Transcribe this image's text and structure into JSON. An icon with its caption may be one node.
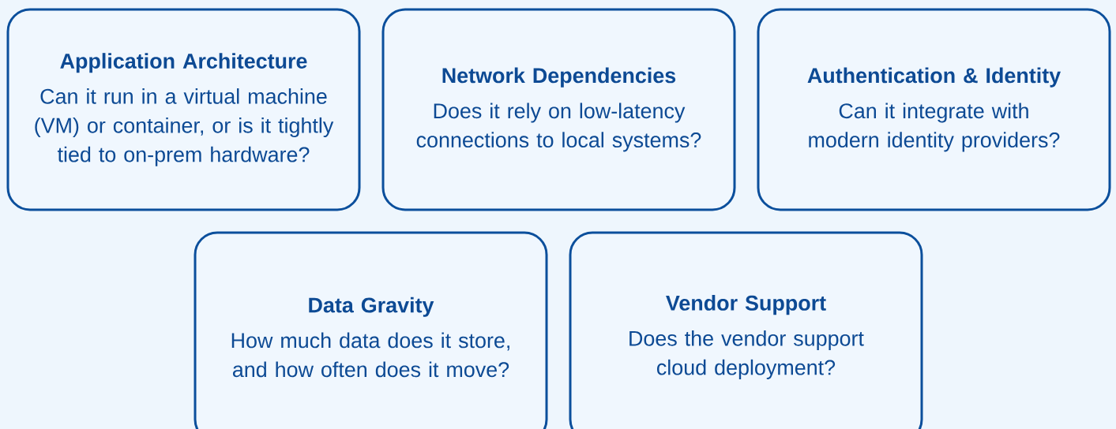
{
  "diagram": {
    "nodes": [
      {
        "text": [
          "Application Architecture",
          "Can it run in a virtual machine (VM) or container, or is it tightly tied to on-prem hardware?"
        ]
      },
      {
        "text": [
          "Network Dependencies",
          "Does it rely on low-latency connections to local systems?"
        ]
      },
      {
        "text": [
          "Authentication & Identity",
          "Can it integrate with modern identity providers?"
        ]
      },
      {
        "text": [
          "Data Gravity",
          "How much data does it store, and how often does it move?"
        ]
      },
      {
        "text": [
          "Vendor Support",
          "Does the vendor support cloud deployment?"
        ]
      }
    ]
  }
}
